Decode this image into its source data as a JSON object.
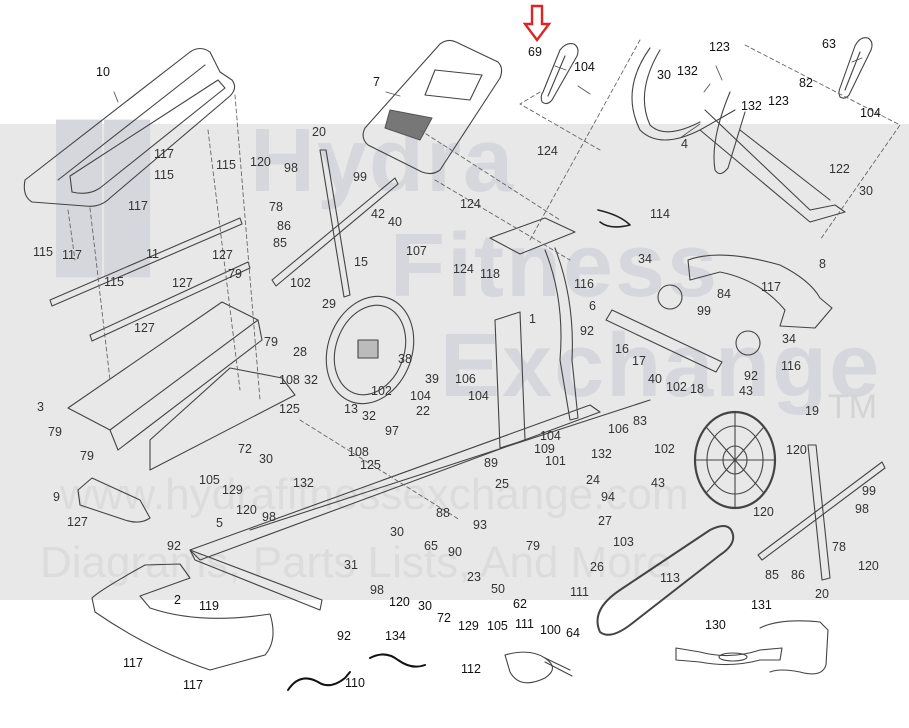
{
  "diagram": {
    "type": "exploded-parts-diagram",
    "subject": "elliptical / air bike exploded view",
    "highlight_arrow_color": "#e02424",
    "highlighted_part": "69",
    "watermark": {
      "brand_line1": "Hydra",
      "brand_line2": "Fitness",
      "brand_line3": "Exchange",
      "tm": "TM",
      "url_line": "www.hydrafitnessexchange.com",
      "tagline": "Diagrams, Parts Lists, And More"
    },
    "callouts": [
      {
        "id": "10",
        "label": "10"
      },
      {
        "id": "7",
        "label": "7"
      },
      {
        "id": "69",
        "label": "69"
      },
      {
        "id": "104a",
        "label": "104"
      },
      {
        "id": "123a",
        "label": "123"
      },
      {
        "id": "63",
        "label": "63"
      },
      {
        "id": "30a",
        "label": "30"
      },
      {
        "id": "132a",
        "label": "132"
      },
      {
        "id": "82",
        "label": "82"
      },
      {
        "id": "104b",
        "label": "104"
      },
      {
        "id": "132b",
        "label": "132"
      },
      {
        "id": "123b",
        "label": "123"
      },
      {
        "id": "4",
        "label": "4"
      },
      {
        "id": "122",
        "label": "122"
      },
      {
        "id": "30b",
        "label": "30"
      },
      {
        "id": "124a",
        "label": "124"
      },
      {
        "id": "124b",
        "label": "124"
      },
      {
        "id": "114",
        "label": "114"
      },
      {
        "id": "117a",
        "label": "117"
      },
      {
        "id": "115a",
        "label": "115"
      },
      {
        "id": "117b",
        "label": "117"
      },
      {
        "id": "115b",
        "label": "115"
      },
      {
        "id": "120a",
        "label": "120"
      },
      {
        "id": "98a",
        "label": "98"
      },
      {
        "id": "20a",
        "label": "20"
      },
      {
        "id": "99a",
        "label": "99"
      },
      {
        "id": "78a",
        "label": "78"
      },
      {
        "id": "86a",
        "label": "86"
      },
      {
        "id": "85a",
        "label": "85"
      },
      {
        "id": "42",
        "label": "42"
      },
      {
        "id": "40a",
        "label": "40"
      },
      {
        "id": "115c",
        "label": "115"
      },
      {
        "id": "117c",
        "label": "117"
      },
      {
        "id": "11",
        "label": "11"
      },
      {
        "id": "127a",
        "label": "127"
      },
      {
        "id": "79a",
        "label": "79"
      },
      {
        "id": "127b",
        "label": "127"
      },
      {
        "id": "115d",
        "label": "115"
      },
      {
        "id": "15",
        "label": "15"
      },
      {
        "id": "107",
        "label": "107"
      },
      {
        "id": "124c",
        "label": "124"
      },
      {
        "id": "118",
        "label": "118"
      },
      {
        "id": "102a",
        "label": "102"
      },
      {
        "id": "29",
        "label": "29"
      },
      {
        "id": "127c",
        "label": "127"
      },
      {
        "id": "1",
        "label": "1"
      },
      {
        "id": "116a",
        "label": "116"
      },
      {
        "id": "34a",
        "label": "34"
      },
      {
        "id": "8",
        "label": "8"
      },
      {
        "id": "84",
        "label": "84"
      },
      {
        "id": "117d",
        "label": "117"
      },
      {
        "id": "6",
        "label": "6"
      },
      {
        "id": "99b",
        "label": "99"
      },
      {
        "id": "92a",
        "label": "92"
      },
      {
        "id": "34b",
        "label": "34"
      },
      {
        "id": "79b",
        "label": "79"
      },
      {
        "id": "28",
        "label": "28"
      },
      {
        "id": "38",
        "label": "38"
      },
      {
        "id": "39",
        "label": "39"
      },
      {
        "id": "106a",
        "label": "106"
      },
      {
        "id": "16",
        "label": "16"
      },
      {
        "id": "17",
        "label": "17"
      },
      {
        "id": "116b",
        "label": "116"
      },
      {
        "id": "92b",
        "label": "92"
      },
      {
        "id": "108a",
        "label": "108"
      },
      {
        "id": "32a",
        "label": "32"
      },
      {
        "id": "125a",
        "label": "125"
      },
      {
        "id": "102b",
        "label": "102"
      },
      {
        "id": "104c",
        "label": "104"
      },
      {
        "id": "22",
        "label": "22"
      },
      {
        "id": "104d",
        "label": "104"
      },
      {
        "id": "40b",
        "label": "40"
      },
      {
        "id": "102c",
        "label": "102"
      },
      {
        "id": "18",
        "label": "18"
      },
      {
        "id": "43a",
        "label": "43"
      },
      {
        "id": "3",
        "label": "3"
      },
      {
        "id": "79c",
        "label": "79"
      },
      {
        "id": "13",
        "label": "13"
      },
      {
        "id": "32b",
        "label": "32"
      },
      {
        "id": "97",
        "label": "97"
      },
      {
        "id": "104e",
        "label": "104"
      },
      {
        "id": "83",
        "label": "83"
      },
      {
        "id": "106b",
        "label": "106"
      },
      {
        "id": "19",
        "label": "19"
      },
      {
        "id": "102d",
        "label": "102"
      },
      {
        "id": "79d",
        "label": "79"
      },
      {
        "id": "108b",
        "label": "108"
      },
      {
        "id": "125b",
        "label": "125"
      },
      {
        "id": "109",
        "label": "109"
      },
      {
        "id": "132c",
        "label": "132"
      },
      {
        "id": "72a",
        "label": "72"
      },
      {
        "id": "30c",
        "label": "30"
      },
      {
        "id": "101",
        "label": "101"
      },
      {
        "id": "105a",
        "label": "105"
      },
      {
        "id": "129a",
        "label": "129"
      },
      {
        "id": "89",
        "label": "89"
      },
      {
        "id": "120b",
        "label": "120"
      },
      {
        "id": "43b",
        "label": "43"
      },
      {
        "id": "9",
        "label": "9"
      },
      {
        "id": "132d",
        "label": "132"
      },
      {
        "id": "25",
        "label": "25"
      },
      {
        "id": "24",
        "label": "24"
      },
      {
        "id": "94",
        "label": "94"
      },
      {
        "id": "120c",
        "label": "120"
      },
      {
        "id": "98b",
        "label": "98"
      },
      {
        "id": "99c",
        "label": "99"
      },
      {
        "id": "88",
        "label": "88"
      },
      {
        "id": "120d",
        "label": "120"
      },
      {
        "id": "98c",
        "label": "98"
      },
      {
        "id": "127d",
        "label": "127"
      },
      {
        "id": "93",
        "label": "93"
      },
      {
        "id": "27",
        "label": "27"
      },
      {
        "id": "5",
        "label": "5"
      },
      {
        "id": "30d",
        "label": "30"
      },
      {
        "id": "103",
        "label": "103"
      },
      {
        "id": "78b",
        "label": "78"
      },
      {
        "id": "92c",
        "label": "92"
      },
      {
        "id": "65",
        "label": "65"
      },
      {
        "id": "90",
        "label": "90"
      },
      {
        "id": "79e",
        "label": "79"
      },
      {
        "id": "31",
        "label": "31"
      },
      {
        "id": "26",
        "label": "26"
      },
      {
        "id": "23",
        "label": "23"
      },
      {
        "id": "85b",
        "label": "85"
      },
      {
        "id": "86b",
        "label": "86"
      },
      {
        "id": "120e",
        "label": "120"
      },
      {
        "id": "113",
        "label": "113"
      },
      {
        "id": "50",
        "label": "50"
      },
      {
        "id": "98d",
        "label": "98"
      },
      {
        "id": "120f",
        "label": "120"
      },
      {
        "id": "111a",
        "label": "111"
      },
      {
        "id": "20b",
        "label": "20"
      },
      {
        "id": "2",
        "label": "2"
      },
      {
        "id": "119",
        "label": "119"
      },
      {
        "id": "30e",
        "label": "30"
      },
      {
        "id": "72b",
        "label": "72"
      },
      {
        "id": "129b",
        "label": "129"
      },
      {
        "id": "105b",
        "label": "105"
      },
      {
        "id": "62",
        "label": "62"
      },
      {
        "id": "111b",
        "label": "111"
      },
      {
        "id": "100",
        "label": "100"
      },
      {
        "id": "64",
        "label": "64"
      },
      {
        "id": "131",
        "label": "131"
      },
      {
        "id": "92d",
        "label": "92"
      },
      {
        "id": "134",
        "label": "134"
      },
      {
        "id": "130",
        "label": "130"
      },
      {
        "id": "117e",
        "label": "117"
      },
      {
        "id": "112",
        "label": "112"
      },
      {
        "id": "110",
        "label": "110"
      },
      {
        "id": "117f",
        "label": "117"
      }
    ]
  }
}
